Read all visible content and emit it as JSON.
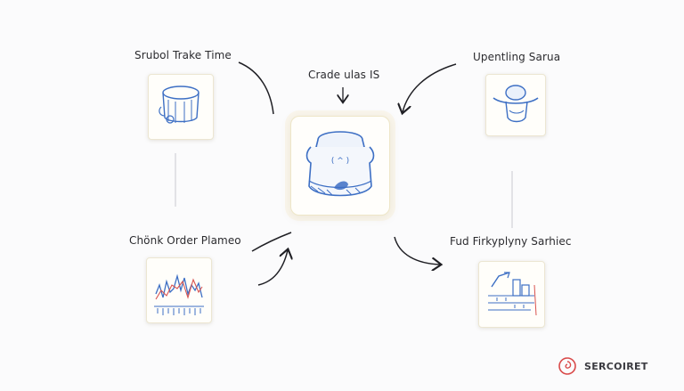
{
  "labels": {
    "top_left": "Srubol Trake Time",
    "top_center": "Crade ulas IS",
    "top_right": "Upentling Sarua",
    "bottom_left": "Chönk Order Plameo",
    "bottom_right": "Fud Firkyplyny Sarhiec"
  },
  "icons": {
    "top_left": "server-bucket-icon",
    "center": "database-barrel-icon",
    "top_right": "hat-bucket-icon",
    "bottom_left": "line-chart-icon",
    "bottom_right": "bar-chart-icon"
  },
  "logo": {
    "text": "SERCOIRET"
  },
  "colors": {
    "icon_blue": "#3d6fc4",
    "chart_red": "#d9534f",
    "arrow": "#1f1f24",
    "logo_red": "#d94a4a"
  }
}
